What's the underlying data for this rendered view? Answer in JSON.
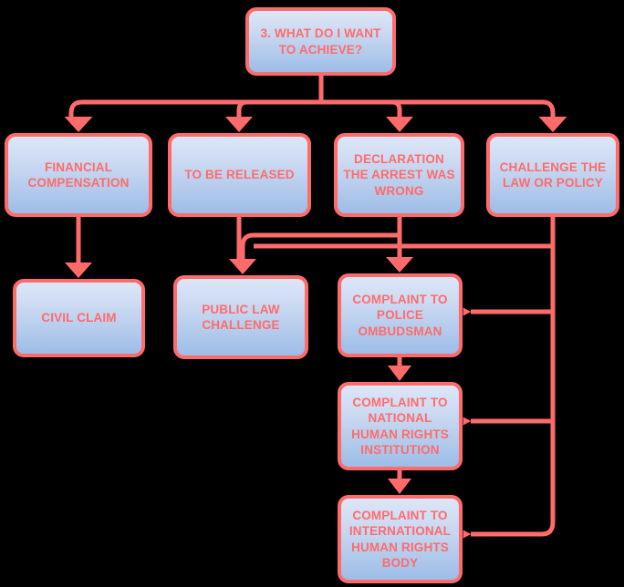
{
  "diagram": {
    "title": "3. What do I want to achieve?",
    "theme": {
      "background": "#000000",
      "border_color": "#ff6b6b",
      "text_color": "#ff6b6b",
      "fill_top": "#dce6f7",
      "fill_bottom": "#9dbde7",
      "connector_color": "#ff6b6b"
    },
    "nodes": {
      "root": "3. WHAT DO I WANT TO ACHIEVE?",
      "financial_compensation": "FINANCIAL COMPENSATION",
      "to_be_released": "TO BE RELEASED",
      "declaration_arrest_wrong": "DECLARATION THE ARREST WAS WRONG",
      "challenge_law_policy": "CHALLENGE THE LAW OR POLICY",
      "civil_claim": "CIVIL CLAIM",
      "public_law_challenge": "PUBLIC LAW CHALLENGE",
      "complaint_police_ombudsman": "COMPLAINT TO POLICE OMBUDSMAN",
      "complaint_national_human_rights": "COMPLAINT TO NATIONAL HUMAN RIGHTS INSTITUTION",
      "complaint_international_human_rights": "COMPLAINT TO INTERNATIONAL HUMAN RIGHTS BODY"
    },
    "edges": [
      {
        "from": "root",
        "to": "financial_compensation"
      },
      {
        "from": "root",
        "to": "to_be_released"
      },
      {
        "from": "root",
        "to": "declaration_arrest_wrong"
      },
      {
        "from": "root",
        "to": "challenge_law_policy"
      },
      {
        "from": "financial_compensation",
        "to": "civil_claim"
      },
      {
        "from": "to_be_released",
        "to": "public_law_challenge"
      },
      {
        "from": "declaration_arrest_wrong",
        "to": "complaint_police_ombudsman"
      },
      {
        "from": "declaration_arrest_wrong",
        "to": "public_law_challenge"
      },
      {
        "from": "challenge_law_policy",
        "to": "public_law_challenge"
      },
      {
        "from": "challenge_law_policy",
        "to": "complaint_police_ombudsman"
      },
      {
        "from": "challenge_law_policy",
        "to": "complaint_national_human_rights"
      },
      {
        "from": "challenge_law_policy",
        "to": "complaint_international_human_rights"
      },
      {
        "from": "complaint_police_ombudsman",
        "to": "complaint_national_human_rights"
      },
      {
        "from": "complaint_national_human_rights",
        "to": "complaint_international_human_rights"
      }
    ]
  }
}
